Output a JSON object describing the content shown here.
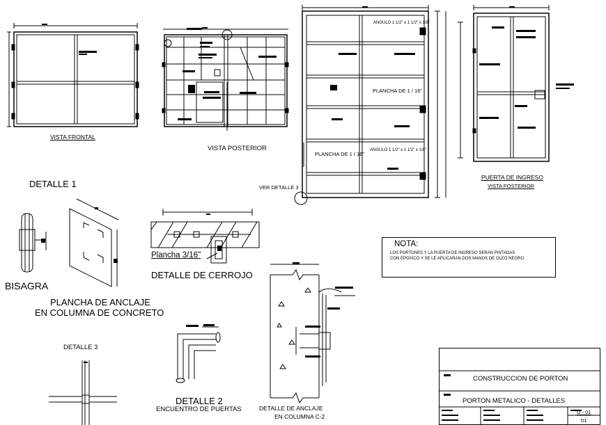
{
  "views": {
    "vista_frontal": "VISTA FRONTAL",
    "vista_posterior": "VISTA POSTERIOR",
    "puerta_ingreso": "PUERTA DE INGRESO",
    "puerta_ingreso_sub": "VISTA POSTERIOR"
  },
  "main_gate": {
    "angulo_top": "ANGULO 1 1/2\" x 1 1/2\" x 1/8\"",
    "angulo_bottom": "ANGULO 1 1/2\" x 1 1/2\" x 1/8\"",
    "plancha_right": "PLANCHA DE 1 / 16\"",
    "plancha_left": "PLANCHA DE 1 / 16\"",
    "ver_detalle": "VER DETALLE 3"
  },
  "details": {
    "detalle1": "DETALLE  1",
    "bisagra": "BISAGRA",
    "plancha_anclaje_1": "PLANCHA DE ANCLAJE",
    "plancha_anclaje_2": "EN COLUMNA DE CONCRETO",
    "plancha_316": "Plancha 3/16\"",
    "detalle_cerrojo": "DETALLE DE CERROJO",
    "detalle3": "DETALLE 3",
    "detalle2": "DETALLE  2",
    "encuentro": "ENCUENTRO DE PUERTAS",
    "detalle_anclaje_1": "DETALLE DE ANCLAJE",
    "detalle_anclaje_2": "EN COLUMNA C-2"
  },
  "nota": {
    "title": "NOTA:",
    "line1": "LOS PORTONES Y LA PUERTA DE INGRESO SERAN PINTADAS",
    "line2": "CON EPOXICO Y SE LE APLICARAN DOS MANOS DE OLEO NEGRO"
  },
  "title_block": {
    "project": "CONSTRUCCION DE PORTON",
    "sheet_title": "PORTON METALICO - DETALLES",
    "sheet_code": "D - 01",
    "sheet_number": "01"
  }
}
